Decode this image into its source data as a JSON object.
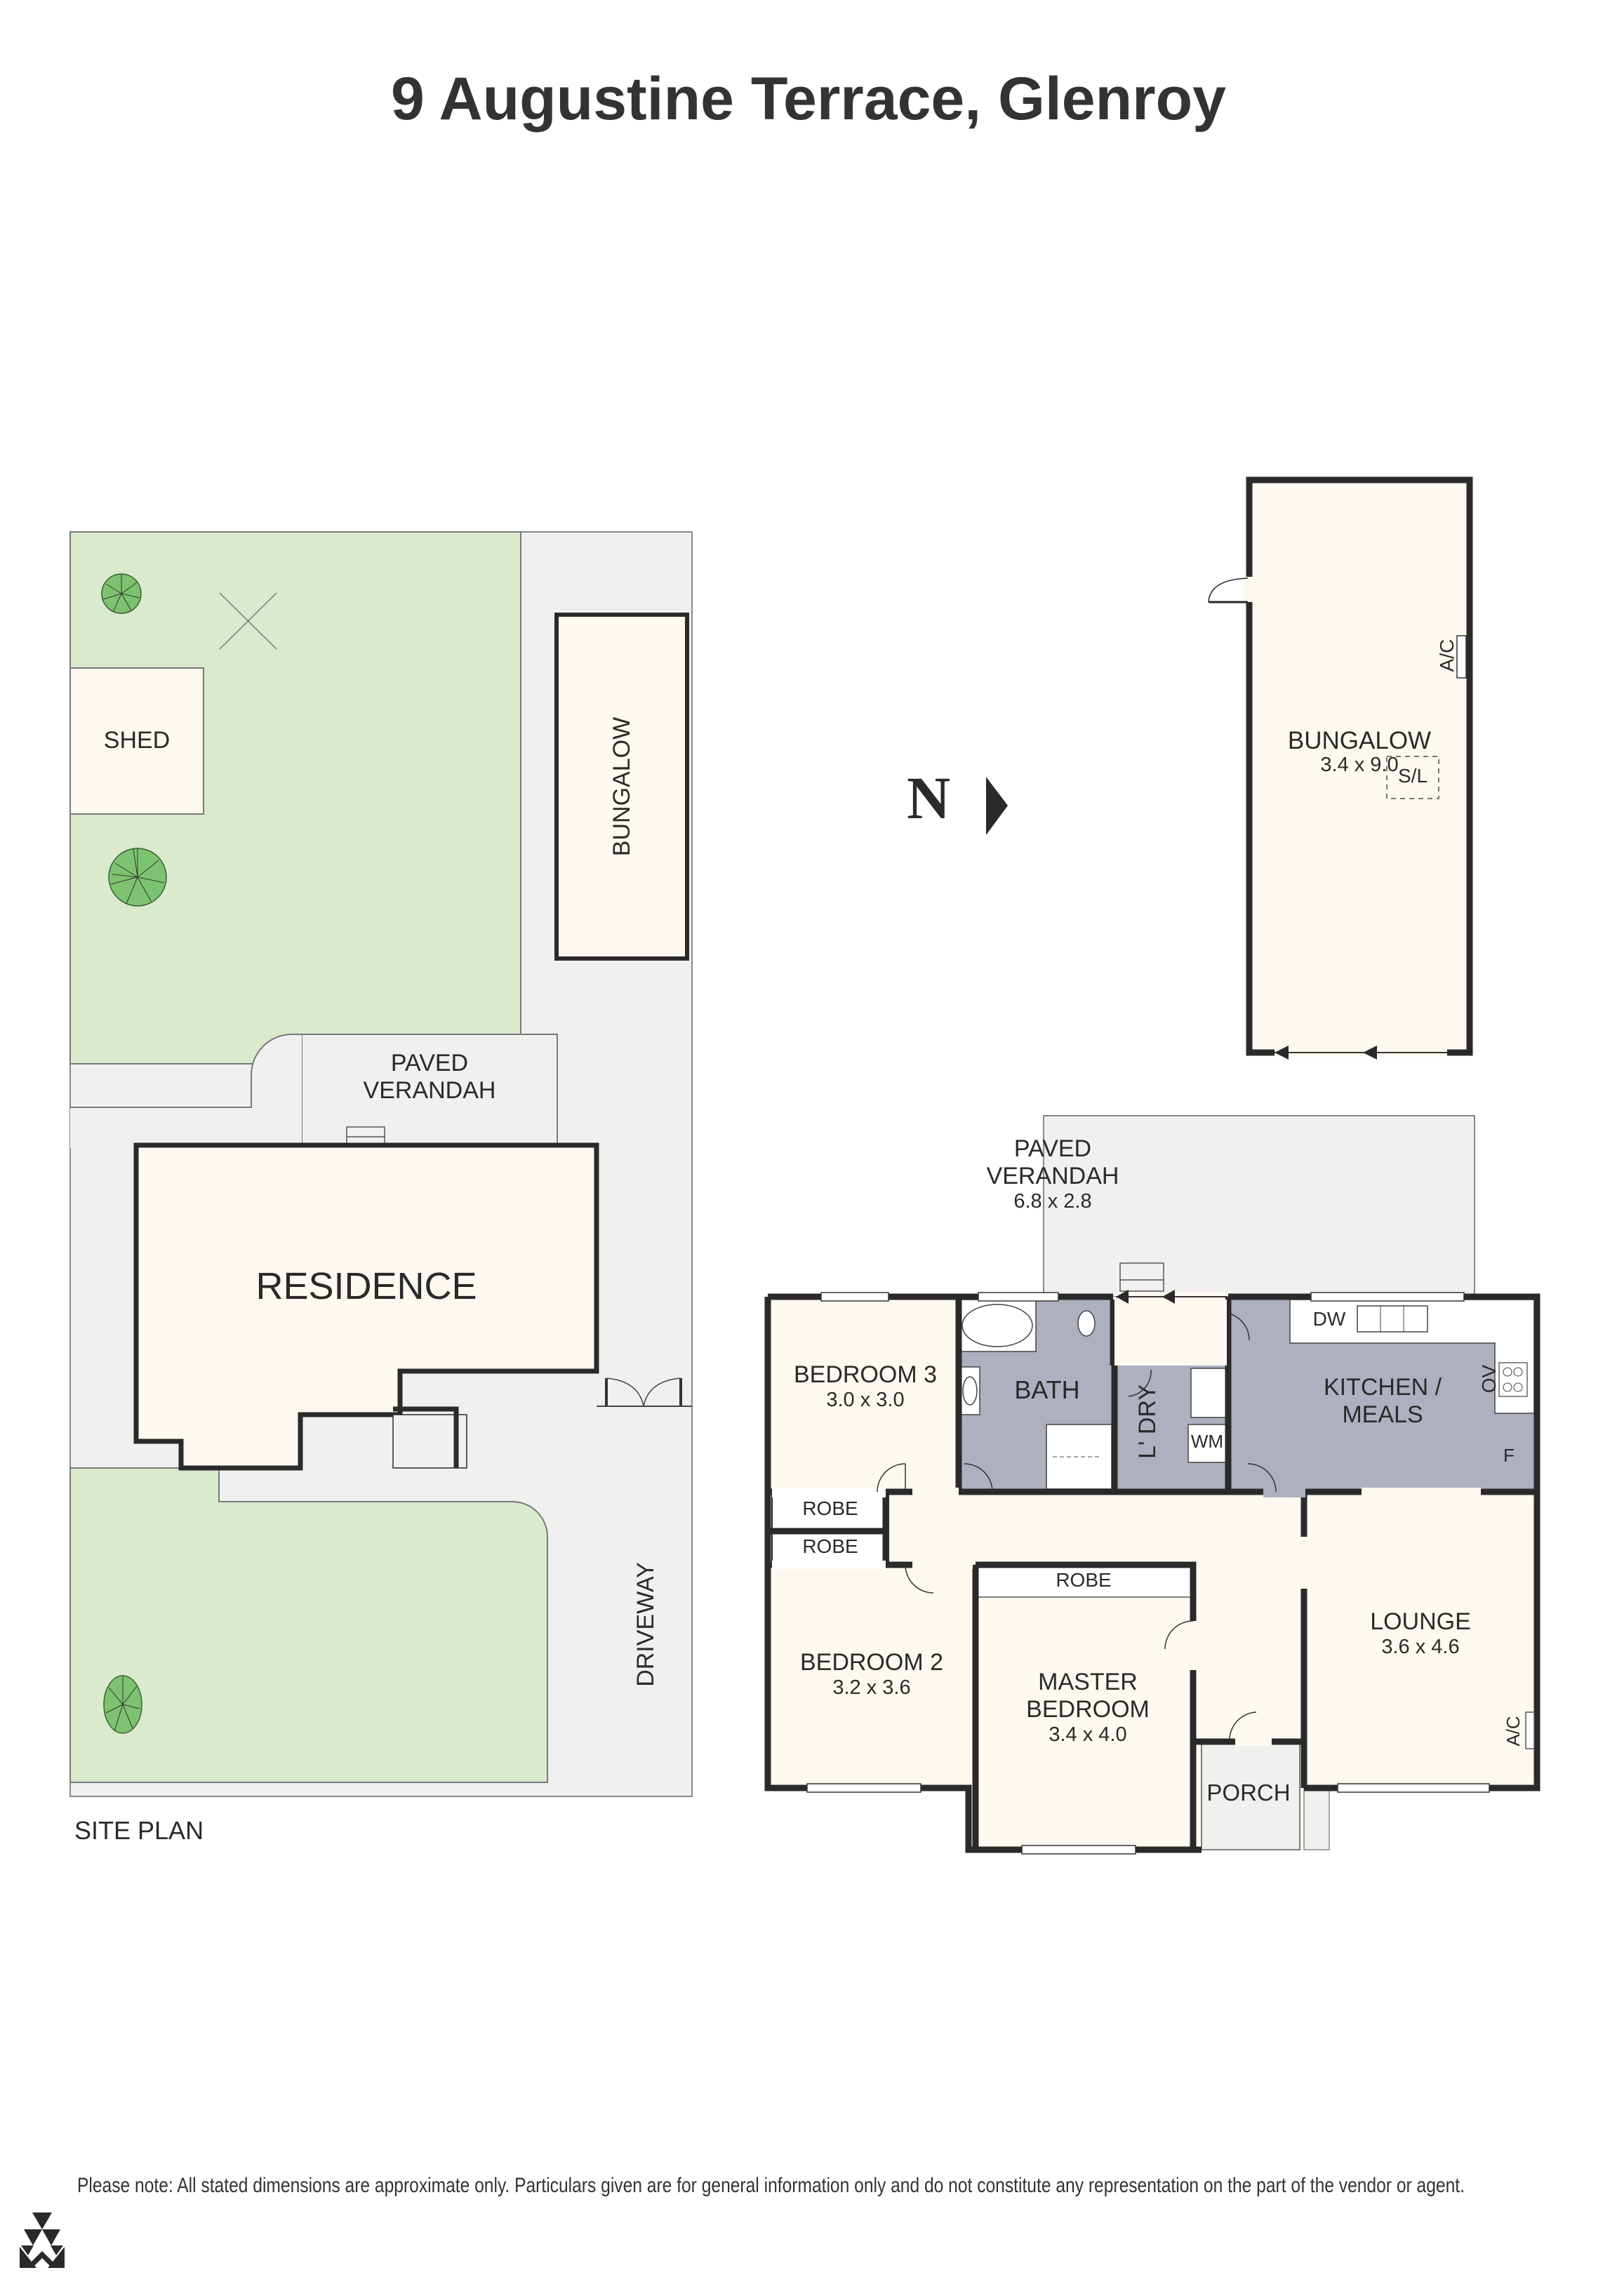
{
  "title": "9 Augustine Terrace, Glenroy",
  "colors": {
    "lawn": "#DAEACD",
    "paving": "#F0F0EF",
    "floor": "#FDF9F0",
    "wet_area": "#ADB0BF",
    "wall": "#2A2A2A",
    "tree": "#7DC270"
  },
  "compass": {
    "letter": "N",
    "direction": "east"
  },
  "site_plan": {
    "caption": "SITE PLAN",
    "areas": [
      {
        "id": "shed",
        "label": "SHED"
      },
      {
        "id": "bungalow",
        "label": "BUNGALOW",
        "orientation": "vertical"
      },
      {
        "id": "paved_verandah",
        "label_line1": "PAVED",
        "label_line2": "VERANDAH"
      },
      {
        "id": "residence",
        "label": "RESIDENCE"
      },
      {
        "id": "driveway",
        "label": "DRIVEWAY",
        "orientation": "vertical"
      }
    ],
    "trees": 3
  },
  "bungalow_plan": {
    "name": "BUNGALOW",
    "dims": "3.4 x 9.0",
    "fixtures": {
      "ac": "A/C",
      "skylight": "S/L"
    }
  },
  "floor_plan": {
    "rooms": [
      {
        "id": "paved_verandah",
        "line1": "PAVED",
        "line2": "VERANDAH",
        "dims": "6.8 x 2.8"
      },
      {
        "id": "bedroom3",
        "name": "BEDROOM 3",
        "dims": "3.0 x 3.0"
      },
      {
        "id": "bath",
        "name": "BATH"
      },
      {
        "id": "laundry",
        "name": "L' DRY"
      },
      {
        "id": "kitchen",
        "line1": "KITCHEN /",
        "line2": "MEALS"
      },
      {
        "id": "bedroom2",
        "name": "BEDROOM 2",
        "dims": "3.2 x 3.6"
      },
      {
        "id": "master",
        "line1": "MASTER",
        "line2": "BEDROOM",
        "dims": "3.4 x 4.0"
      },
      {
        "id": "lounge",
        "name": "LOUNGE",
        "dims": "3.6 x 4.6"
      },
      {
        "id": "porch",
        "name": "PORCH"
      }
    ],
    "robes": [
      "ROBE",
      "ROBE",
      "ROBE"
    ],
    "fixtures": {
      "dishwasher": "DW",
      "oven": "OV",
      "fridge": "F",
      "washing_machine": "WM",
      "ac": "A/C"
    }
  },
  "footer": {
    "disclaimer": "Please note: All stated dimensions are approximate only. Particulars given are for general information only and do not constitute any representation on the part of the vendor or agent."
  }
}
